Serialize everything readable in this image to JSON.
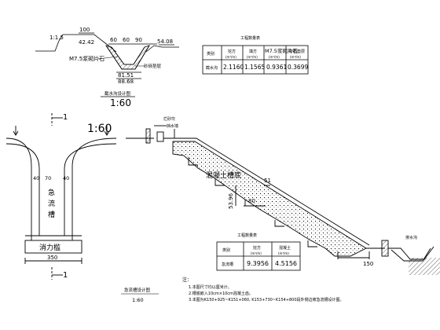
{
  "cross_section": {
    "dims_top": [
      "100",
      "42.42",
      "60",
      "60",
      "90",
      "54.08"
    ],
    "slope_label": "1:1.5",
    "mortar_label": "M7.5浆砌片石",
    "gravel_label": "砂砾垫层",
    "dims_bottom": [
      "81.51",
      "88.68"
    ],
    "title": "截水沟设计图",
    "scale": "1:60"
  },
  "table_top": {
    "title": "工程数量表",
    "headers": [
      "类别",
      "挖方",
      "填方",
      "M7.5浆砌片石",
      "砂砾垫层"
    ],
    "units": [
      "",
      "(m³/m)",
      "(m³/m)",
      "(m³/m)",
      "(m³/m)"
    ],
    "row_label": "截水沟",
    "values": [
      "2.1160",
      "1.1565",
      "0.9361",
      "0.3699"
    ]
  },
  "plan_view": {
    "section_top": "1",
    "section_bottom": "1",
    "arrow_label": "|",
    "scale": "1:60",
    "dims": [
      "40",
      "70",
      "40"
    ],
    "channel_label": [
      "急",
      "流",
      "槽"
    ],
    "basin_label": "消力槛",
    "width_dim": "350"
  },
  "profile": {
    "top_label_1": "拦砂坎",
    "top_label_2": "挡水墙",
    "concrete_label": "混凝土槽底",
    "slope_dim": "51",
    "height_dim": "53.96",
    "step_dim": "80",
    "bottom_dim": "150",
    "drain_label": "排水沟"
  },
  "table_bottom": {
    "title": "工程数量表",
    "headers": [
      "类别",
      "挖方",
      "混凝土"
    ],
    "units": [
      "",
      "(m³/m)",
      "(m³/m)"
    ],
    "row_label": "急流槽",
    "values": [
      "9.3956",
      "4.5156"
    ]
  },
  "bottom_title": {
    "title": "急流槽设计图",
    "scale": "1:60"
  },
  "notes": {
    "heading": "注：",
    "lines": [
      "1.本图尺寸均以厘米计。",
      "2.槽底嵌入10cm×10cm混凝土齿。",
      "3.本图为K150+925~K151+060, K153+730~K154+800段外侧边坡急流槽设计图。"
    ]
  }
}
